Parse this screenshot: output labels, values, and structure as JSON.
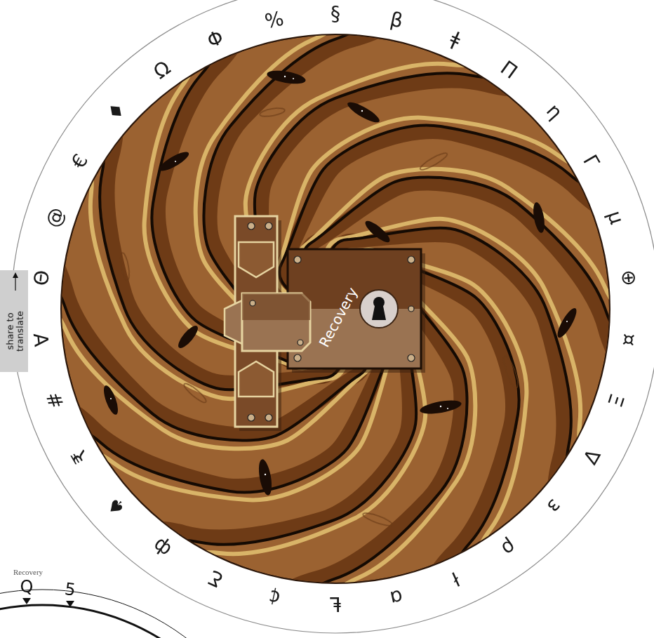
{
  "diagram": {
    "nodes": [
      {
        "text": [
          "Recovery"
        ]
      }
    ],
    "labels": [
      "§",
      "β",
      "ǂ",
      "Π",
      "η",
      "Γ",
      "μ",
      "⊕",
      "¤",
      "Ξ",
      "∇",
      "ɜ",
      "ρ",
      "ł",
      "ɑ",
      "Ⱡ",
      "¢",
      "Ƹ",
      "ф",
      "♠",
      "₹",
      "#",
      "∀",
      "Θ",
      "@",
      "€",
      "♦",
      "Ω",
      "Φ",
      "%",
      "share to translate",
      "Recovery",
      "Q",
      "5"
    ]
  }
}
